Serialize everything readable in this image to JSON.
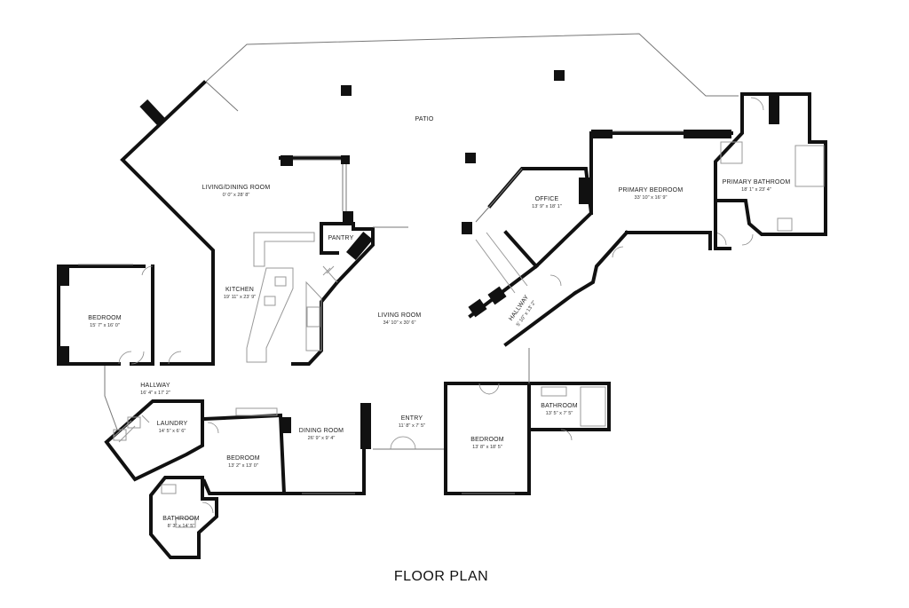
{
  "title": "FLOOR PLAN",
  "rooms": {
    "patio": {
      "name": "PATIO",
      "dims": ""
    },
    "living_dining": {
      "name": "LIVING/DINING ROOM",
      "dims": "0' 0\" x 28' 8\""
    },
    "pantry": {
      "name": "PANTRY",
      "dims": ""
    },
    "kitchen": {
      "name": "KITCHEN",
      "dims": "19' 11\" x 23' 9\""
    },
    "bedroom_west": {
      "name": "BEDROOM",
      "dims": "15' 7\" x 16' 0\""
    },
    "hallway_west": {
      "name": "HALLWAY",
      "dims": "16' 4\" x 17' 2\""
    },
    "laundry": {
      "name": "LAUNDRY",
      "dims": "14' 5\" x 6' 6\""
    },
    "bedroom_south": {
      "name": "BEDROOM",
      "dims": "13' 2\" x 13' 0\""
    },
    "bathroom_sw": {
      "name": "BATHROOM",
      "dims": "8' 3\" x 14' 5\""
    },
    "dining_room": {
      "name": "DINING ROOM",
      "dims": "26' 9\" x 9' 4\""
    },
    "entry": {
      "name": "ENTRY",
      "dims": "11' 8\" x 7' 5\""
    },
    "living_room": {
      "name": "LIVING ROOM",
      "dims": "34' 10\" x 30' 6\""
    },
    "bedroom_center": {
      "name": "BEDROOM",
      "dims": "13' 8\" x 18' 5\""
    },
    "bathroom_center": {
      "name": "BATHROOM",
      "dims": "13' 5\" x 7' 5\""
    },
    "office": {
      "name": "OFFICE",
      "dims": "13' 9\" x 18' 1\""
    },
    "primary_bedroom": {
      "name": "PRIMARY BEDROOM",
      "dims": "33' 10\" x 16' 9\""
    },
    "primary_bathroom": {
      "name": "PRIMARY BATHROOM",
      "dims": "18' 1\" x 23' 4\""
    },
    "hallway_east": {
      "name": "HALLWAY",
      "dims": "5' 10\" x 13' 2\""
    }
  }
}
